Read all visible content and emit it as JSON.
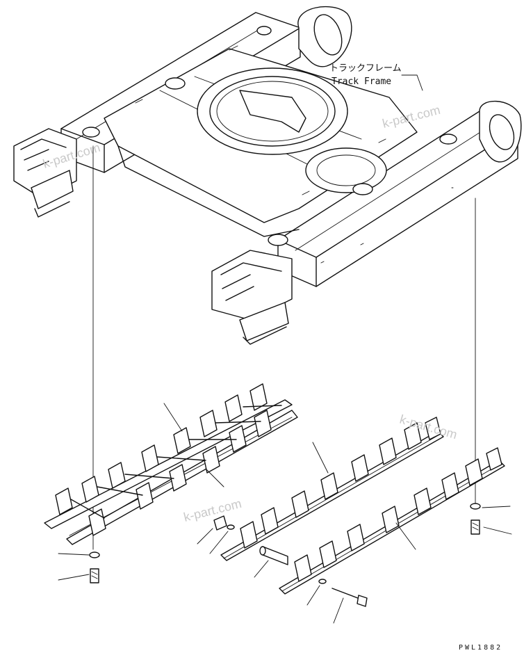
{
  "labels": {
    "track_frame_jp": "トラックフレーム",
    "track_frame_en": "Track Frame",
    "drawing_code": "PWL1882"
  },
  "watermarks": [
    "k-part.com",
    "k-part.com",
    "k-part.com",
    "k-part.com"
  ],
  "colors": {
    "ink": "#111111",
    "watermark": "#c9c9c9",
    "background": "#ffffff"
  }
}
